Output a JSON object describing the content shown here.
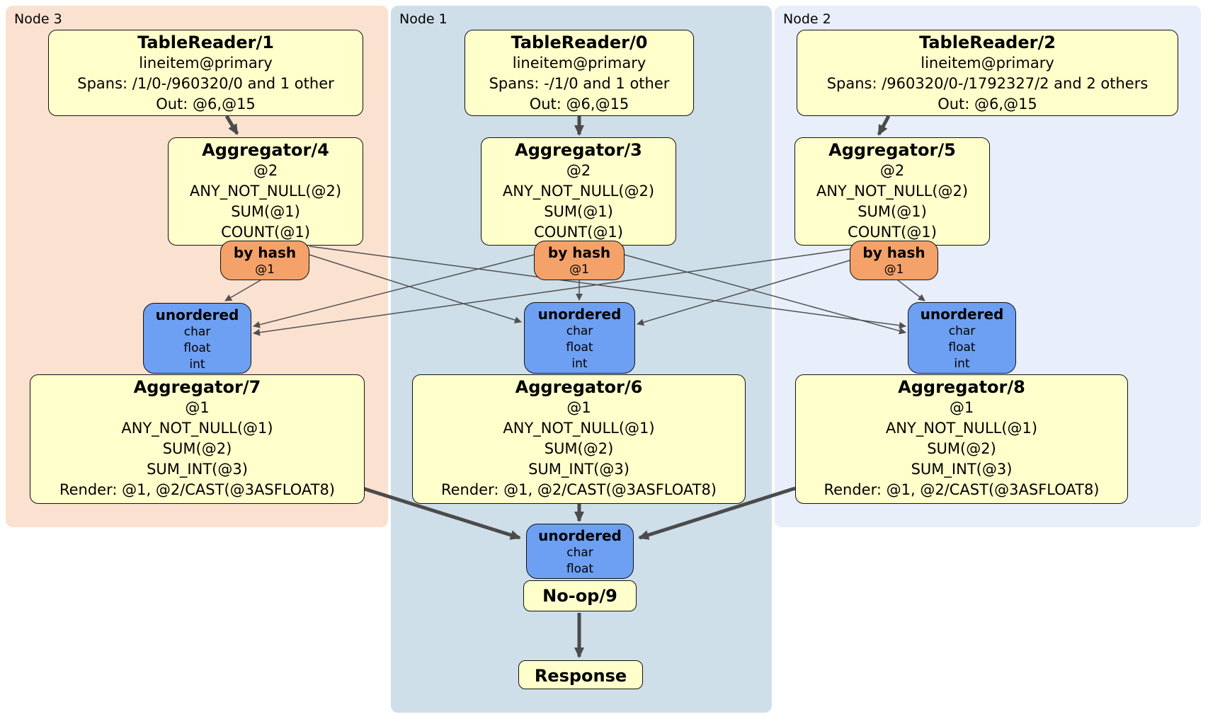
{
  "colors": {
    "node3_panel": "#fbe1d0",
    "node1_panel": "#cedfe9",
    "node2_panel": "#e8eefa",
    "processor_fill": "#ffffcc",
    "hash_router_fill": "#f4a269",
    "unordered_sync_fill": "#6d9ff2",
    "edge": "#4b4b4b"
  },
  "panels": {
    "node3": {
      "label": "Node 3"
    },
    "node1": {
      "label": "Node 1"
    },
    "node2": {
      "label": "Node 2"
    }
  },
  "processors": {
    "tr1": {
      "title": "TableReader/1",
      "lines": [
        "lineitem@primary",
        "Spans: /1/0-/960320/0 and 1 other",
        "Out: @6,@15"
      ]
    },
    "tr0": {
      "title": "TableReader/0",
      "lines": [
        "lineitem@primary",
        "Spans: -/1/0 and 1 other",
        "Out: @6,@15"
      ]
    },
    "tr2": {
      "title": "TableReader/2",
      "lines": [
        "lineitem@primary",
        "Spans: /960320/0-/1792327/2 and 2 others",
        "Out: @6,@15"
      ]
    },
    "agg4": {
      "title": "Aggregator/4",
      "lines": [
        "@2",
        "ANY_NOT_NULL(@2)",
        "SUM(@1)",
        "COUNT(@1)"
      ]
    },
    "agg3": {
      "title": "Aggregator/3",
      "lines": [
        "@2",
        "ANY_NOT_NULL(@2)",
        "SUM(@1)",
        "COUNT(@1)"
      ]
    },
    "agg5": {
      "title": "Aggregator/5",
      "lines": [
        "@2",
        "ANY_NOT_NULL(@2)",
        "SUM(@1)",
        "COUNT(@1)"
      ]
    },
    "agg7": {
      "title": "Aggregator/7",
      "lines": [
        "@1",
        "ANY_NOT_NULL(@1)",
        "SUM(@2)",
        "SUM_INT(@3)",
        "Render: @1, @2/CAST(@3ASFLOAT8)"
      ]
    },
    "agg6": {
      "title": "Aggregator/6",
      "lines": [
        "@1",
        "ANY_NOT_NULL(@1)",
        "SUM(@2)",
        "SUM_INT(@3)",
        "Render: @1, @2/CAST(@3ASFLOAT8)"
      ]
    },
    "agg8": {
      "title": "Aggregator/8",
      "lines": [
        "@1",
        "ANY_NOT_NULL(@1)",
        "SUM(@2)",
        "SUM_INT(@3)",
        "Render: @1, @2/CAST(@3ASFLOAT8)"
      ]
    },
    "noop": {
      "title": "No-op/9"
    },
    "response": {
      "title": "Response"
    }
  },
  "routers": {
    "hash3": {
      "title": "by hash",
      "detail": "@1"
    },
    "hash1": {
      "title": "by hash",
      "detail": "@1"
    },
    "hash2": {
      "title": "by hash",
      "detail": "@1"
    },
    "un3": {
      "title": "unordered",
      "types": [
        "char",
        "float",
        "int"
      ]
    },
    "un1": {
      "title": "unordered",
      "types": [
        "char",
        "float",
        "int"
      ]
    },
    "un2": {
      "title": "unordered",
      "types": [
        "char",
        "float",
        "int"
      ]
    },
    "unfinal": {
      "title": "unordered",
      "types": [
        "char",
        "float"
      ]
    }
  }
}
